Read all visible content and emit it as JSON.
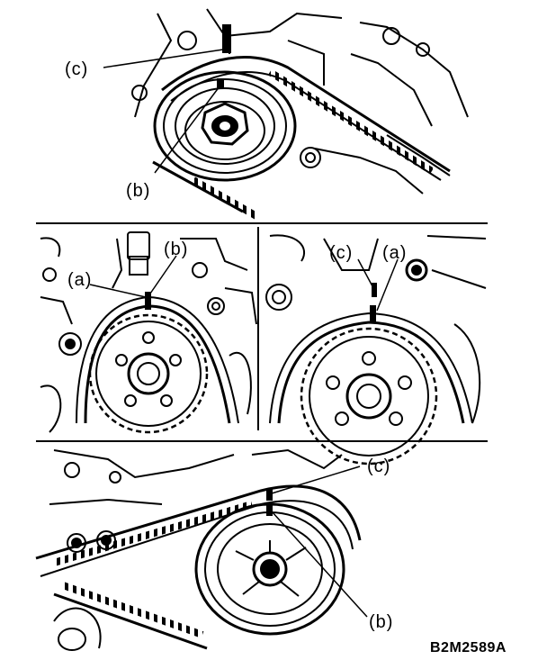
{
  "figure_code": "B2M2589A",
  "panels": [
    {
      "id": "top-crank-pulley",
      "callouts": {
        "c": "(c)",
        "b": "(b)"
      }
    },
    {
      "id": "middle-left-cam-sprocket",
      "callouts": {
        "a": "(a)",
        "b": "(b)"
      }
    },
    {
      "id": "middle-right-cam-sprocket",
      "callouts": {
        "c": "(c)",
        "a": "(a)"
      }
    },
    {
      "id": "bottom-crank-pulley",
      "callouts": {
        "c": "(c)",
        "b": "(b)"
      }
    }
  ],
  "colors": {
    "ink": "#000000",
    "paper": "#ffffff"
  }
}
